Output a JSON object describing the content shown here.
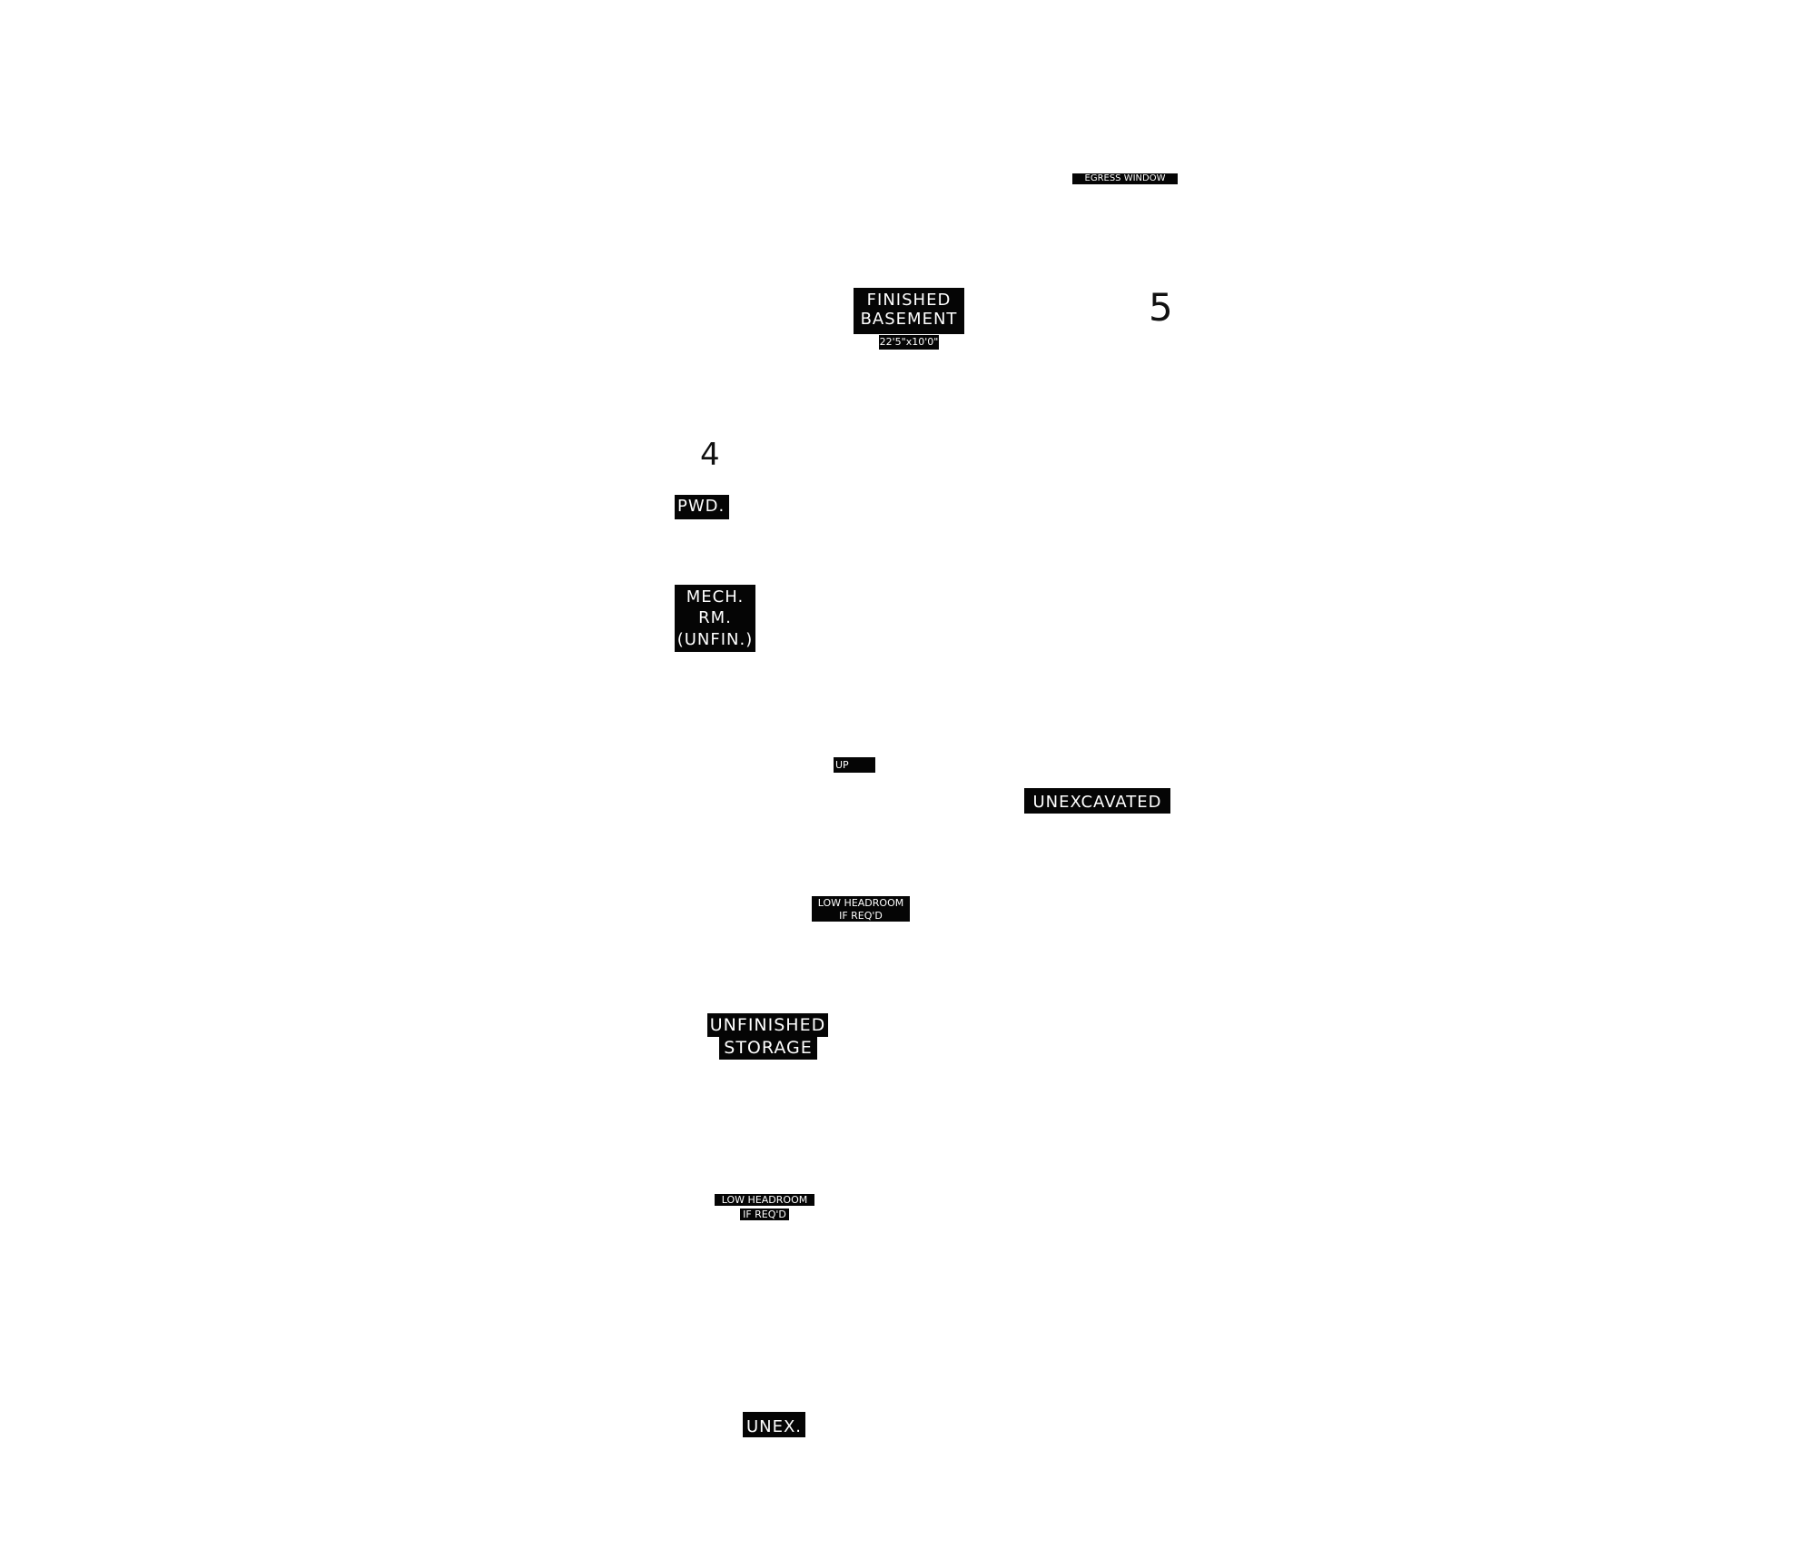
{
  "plan": {
    "markers": {
      "five": "5",
      "four": "4"
    },
    "labels": {
      "egress_window": "EGRESS WINDOW",
      "finished_basement": {
        "line1": "FINISHED",
        "line2": "BASEMENT",
        "dimensions": "22'5\"x10'0\""
      },
      "pwd": "PWD.",
      "mech_room": {
        "line1": "MECH.",
        "line2": "RM.",
        "line3": "(UNFIN.)"
      },
      "up": "UP",
      "unexcavated": "UNEXCAVATED",
      "low_headroom_1": {
        "line1": "LOW HEADROOM",
        "line2": "IF REQ'D"
      },
      "unfinished_storage": {
        "line1": "UNFINISHED",
        "line2": "STORAGE"
      },
      "low_headroom_2": {
        "line1": "LOW HEADROOM",
        "line2": "IF REQ'D"
      },
      "unex": "UNEX."
    },
    "colors": {
      "label_background": "#050505",
      "label_text": "#ffffff",
      "marker_text": "#111111",
      "page_background": "#ffffff"
    }
  }
}
